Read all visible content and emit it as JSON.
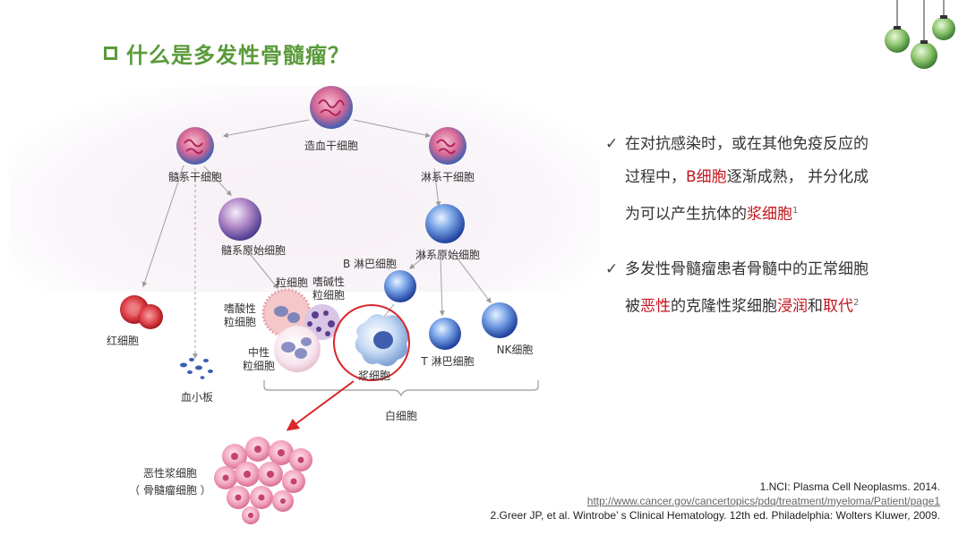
{
  "title": "什么是多发性骨髓瘤？",
  "diagram": {
    "hsc": "造血干细胞",
    "myeloid_stem": "髓系干细胞",
    "lymphoid_stem": "淋系干细胞",
    "myeloblast": "髓系原始细胞",
    "lymphoblast": "淋系原始细胞",
    "granulocyte": "粒细胞",
    "b_lymph": "B 淋巴细胞",
    "eosinophil_1": "嗜酸性",
    "eosinophil_2": "粒细胞",
    "basophil_1": "嗜碱性",
    "basophil_2": "粒细胞",
    "neutrophil_1": "中性",
    "neutrophil_2": "粒细胞",
    "rbc": "红细胞",
    "platelet": "血小板",
    "plasma_cell": "浆细胞",
    "t_lymph": "T 淋巴细胞",
    "nk": "NK细胞",
    "wbc": "白细胞",
    "malignant_1": "恶性浆细胞",
    "malignant_2": "（ 骨髓瘤细胞 ）"
  },
  "bullets": {
    "b1_l1": "在对抗感染时，或在其他免疫反应的",
    "b1_l2a": "过程中，",
    "b1_l2b": "B细胞",
    "b1_l2c": "逐渐成熟， 并分化成",
    "b1_l3a": "为可以产生抗体的",
    "b1_l3b": "浆细胞",
    "b1_sup": "1",
    "b2_l1": "多发性骨髓瘤患者骨髓中的正常细胞",
    "b2_l2a": "被",
    "b2_l2b": "恶性",
    "b2_l2c": "的克隆性浆细胞",
    "b2_l2d": "浸润",
    "b2_l2e": "和",
    "b2_l2f": "取代",
    "b2_sup": "2"
  },
  "refs": {
    "r1": "1.NCI: Plasma Cell Neoplasms. 2014.",
    "r1_link": "http://www.cancer.gov/cancertopics/pdq/treatment/myeloma/Patient/page1",
    "r2": "2.Greer JP, et al. Wintrobe’ s Clinical Hematology. 12th ed. Philadelphia: Wolters Kluwer, 2009."
  },
  "colors": {
    "title_green": "#5a9a3a",
    "highlight_red": "#c2161d",
    "plasma_circle": "#d9262a"
  },
  "icons": [
    "checkbox-icon",
    "checkmark-icon",
    "hanging-lamps-icon"
  ]
}
